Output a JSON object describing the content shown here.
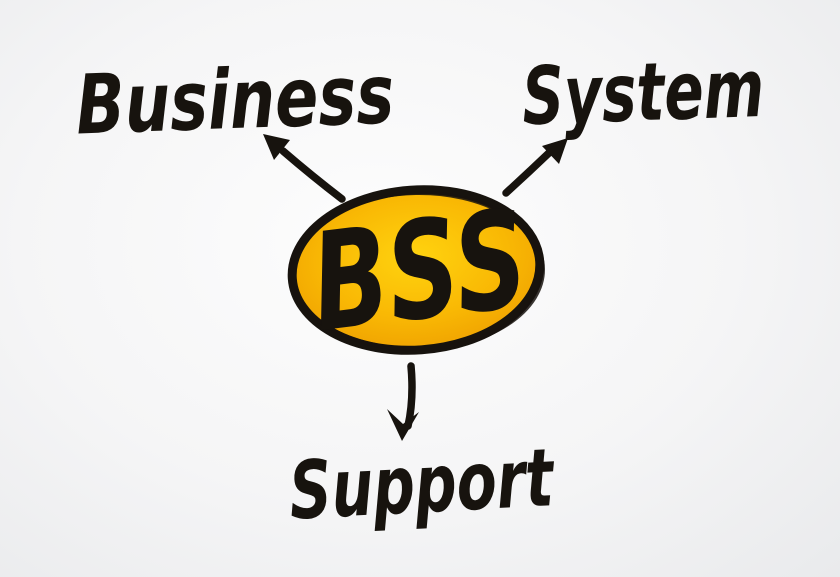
{
  "diagram": {
    "type": "acronym-mindmap",
    "center": {
      "label": "BSS"
    },
    "nodes": [
      {
        "id": "business",
        "label": "Business",
        "position": "top-left"
      },
      {
        "id": "system",
        "label": "System",
        "position": "top-right"
      },
      {
        "id": "support",
        "label": "Support",
        "position": "bottom"
      }
    ],
    "edges": [
      {
        "from": "center",
        "to": "business"
      },
      {
        "from": "center",
        "to": "system"
      },
      {
        "from": "center",
        "to": "support"
      }
    ],
    "colors": {
      "ink": "#17130e",
      "oval_center": "#ffd30f",
      "oval_mid": "#f9b804",
      "oval_edge": "#ec9a00",
      "bg_center": "#fdfdfd",
      "bg_edge": "#e9eaec"
    }
  }
}
